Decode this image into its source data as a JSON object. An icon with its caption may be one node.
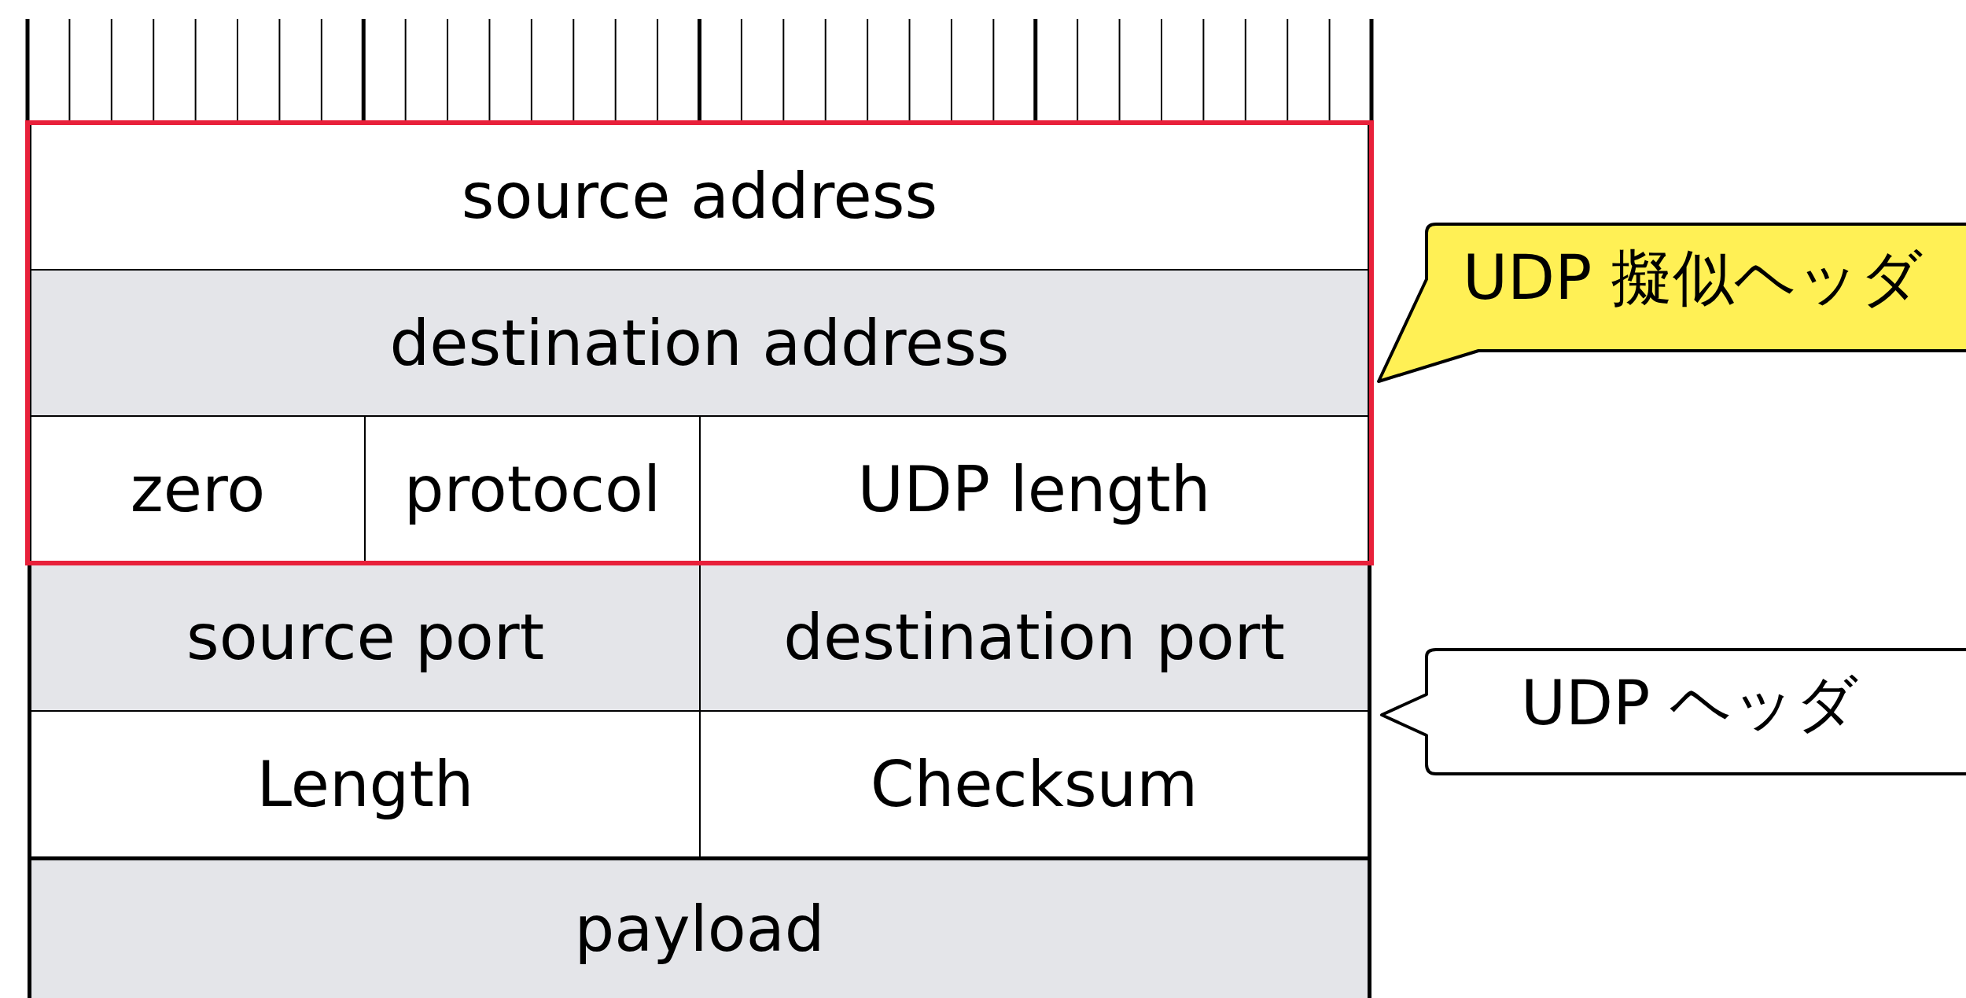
{
  "diagram": {
    "nodes": [
      {
        "text": [
          "source address"
        ]
      },
      {
        "text": [
          "destination address"
        ]
      },
      {
        "text": [
          "zero"
        ]
      },
      {
        "text": [
          "protocol"
        ]
      },
      {
        "text": [
          "UDP length"
        ]
      },
      {
        "text": [
          "source port"
        ]
      },
      {
        "text": [
          "destination port"
        ]
      },
      {
        "text": [
          "Length"
        ]
      },
      {
        "text": [
          "Checksum"
        ]
      },
      {
        "text": [
          "payload"
        ]
      },
      {
        "text": [
          "UDP 擬似ヘッダ"
        ]
      },
      {
        "text": [
          "UDP ヘッダ"
        ]
      }
    ]
  }
}
